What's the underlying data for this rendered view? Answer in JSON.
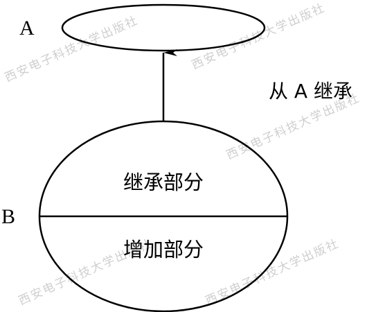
{
  "nodes": {
    "a": {
      "label": "A"
    },
    "b": {
      "label": "B",
      "top_section": "继承部分",
      "bottom_section": "增加部分"
    }
  },
  "arrow": {
    "label": "从 A 继承"
  },
  "watermark": {
    "text": "西安电子科技大学出版社"
  },
  "colors": {
    "stroke": "#000000",
    "background": "#ffffff",
    "watermark": "#cfcfcf"
  }
}
